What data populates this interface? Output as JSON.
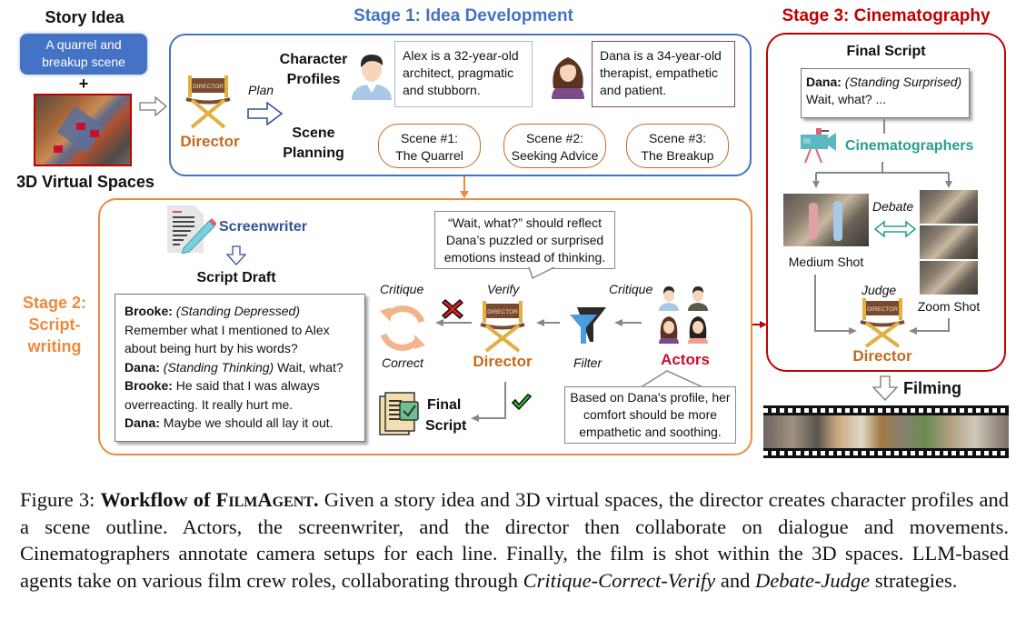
{
  "input": {
    "story_idea_title": "Story Idea",
    "story_idea_text": "A quarrel and breakup scene",
    "plus": "+",
    "spaces_title": "3D Virtual Spaces"
  },
  "stage1": {
    "title": "Stage 1: Idea Development",
    "director_label": "Director",
    "chair_sign": "DIRECTOR",
    "plan_label": "Plan",
    "character_profiles_label": "Character Profiles",
    "scene_planning_label": "Scene Planning",
    "profiles": [
      {
        "name": "Alex",
        "text": "Alex is a 32-year-old architect, pragmatic and stubborn."
      },
      {
        "name": "Dana",
        "text": "Dana is a 34-year-old therapist, empathetic and patient."
      }
    ],
    "scenes": [
      {
        "line1": "Scene #1:",
        "line2": "The Quarrel"
      },
      {
        "line1": "Scene #2:",
        "line2": "Seeking Advice"
      },
      {
        "line1": "Scene #3:",
        "line2": "The Breakup"
      }
    ]
  },
  "stage2": {
    "title_line1": "Stage 2:",
    "title_line2": "Script-",
    "title_line3": "writing",
    "screenwriter_label": "Screenwriter",
    "script_draft_label": "Script Draft",
    "draft_lines": [
      {
        "speaker": "Brooke:",
        "action": "(Standing Depressed)",
        "text": ""
      },
      {
        "speaker": "",
        "action": "",
        "text": "Remember what I mentioned to Alex"
      },
      {
        "speaker": "",
        "action": "",
        "text": "about being hurt by his words?"
      },
      {
        "speaker": "Dana:",
        "action": "(Standing Thinking)",
        "text": " Wait, what?"
      },
      {
        "speaker": "Brooke:",
        "action": "",
        "text": " He said that I was always"
      },
      {
        "speaker": "",
        "action": "",
        "text": "overreacting. It really hurt me."
      },
      {
        "speaker": "Dana:",
        "action": "",
        "text": " Maybe we should all lay it out."
      }
    ],
    "critique_left": "Critique",
    "correct_label": "Correct",
    "verify_label": "Verify",
    "director_label": "Director",
    "chair_sign": "DIRECTOR",
    "filter_label": "Filter",
    "critique_right": "Critique",
    "actors_label": "Actors",
    "final_script_line1": "Final",
    "final_script_line2": "Script",
    "director_feedback": "“Wait, what?” should reflect Dana’s puzzled or surprised emotions instead of thinking.",
    "actor_feedback": "Based on Dana's profile, her comfort should be more empathetic and soothing."
  },
  "stage3": {
    "title": "Stage 3: Cinematography",
    "final_script_label": "Final Script",
    "final_script_speaker": "Dana:",
    "final_script_action": "(Standing Surprised)",
    "final_script_text": "Wait, what? ...",
    "cinematographers_label": "Cinematographers",
    "debate_label": "Debate",
    "medium_shot_label": "Medium Shot",
    "zoom_shot_label": "Zoom Shot",
    "judge_label": "Judge",
    "director_label": "Director",
    "chair_sign": "DIRECTOR",
    "filming_label": "Filming"
  },
  "caption": {
    "prefix": "Figure 3: ",
    "bold_title": "Workflow of ",
    "bold_name": "FilmAgent.",
    "body1": " Given a story idea and 3D virtual spaces, the director creates character profiles and a scene outline.  Actors, the screenwriter, and the director then collaborate on dialogue and movements.  Cinematographers annotate camera setups for each line.  Finally, the film is shot within the 3D spaces. LLM-based agents take on various film crew roles, collaborating through ",
    "italic1": "Critique-Correct-Verify",
    "body2": " and ",
    "italic2": "Debate-Judge",
    "body3": " strategies."
  },
  "colors": {
    "stage1": "#4472c4",
    "stage2": "#ed8a3d",
    "stage3": "#c00000",
    "director": "#c46a1f",
    "screenwriter": "#2f5597",
    "cinematographers": "#2a9d8f",
    "actors": "#c8102e"
  }
}
